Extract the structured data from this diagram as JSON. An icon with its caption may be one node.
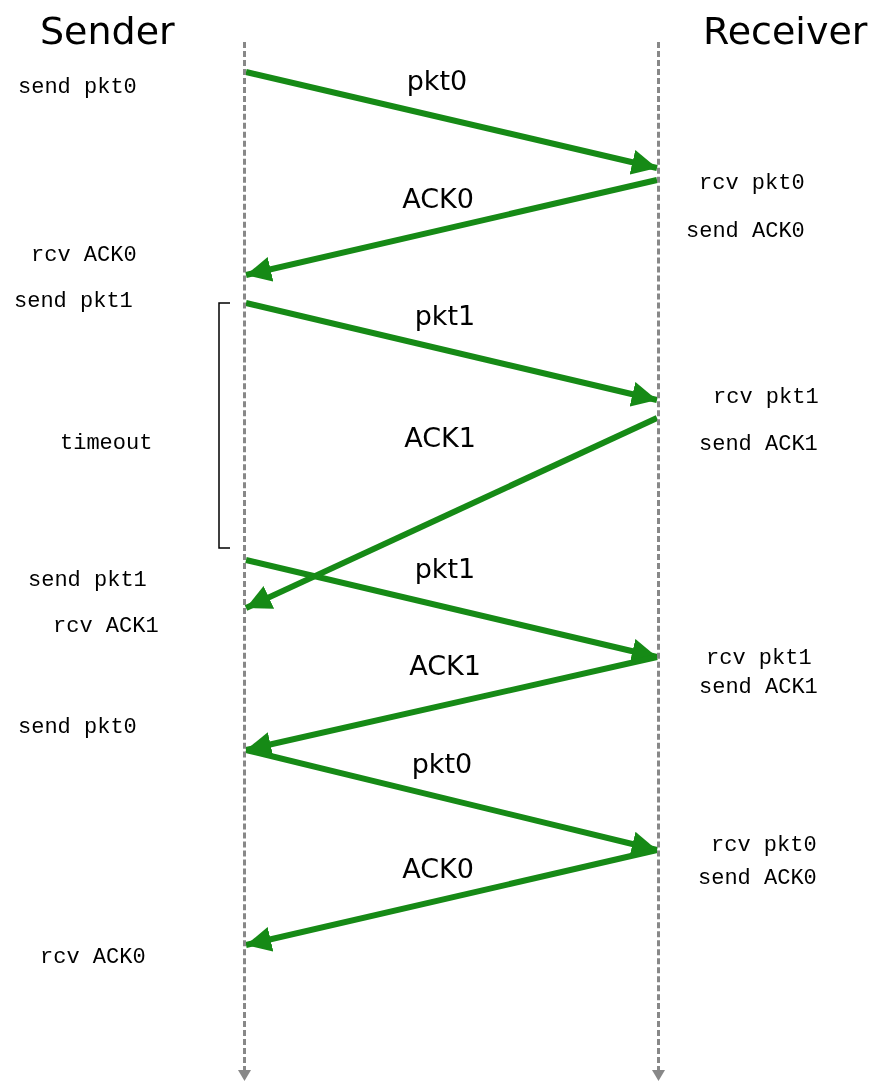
{
  "diagram": {
    "nodes": [
      {
        "text": [],
        "shape": "line"
      },
      {
        "text": [],
        "shape": "line"
      }
    ],
    "edges": [
      {
        "from": 0,
        "to": 1,
        "arrow": "to",
        "label": "pkt0"
      },
      {
        "from": 1,
        "to": 0,
        "arrow": "to",
        "label": "ACK0"
      },
      {
        "from": 0,
        "to": 1,
        "arrow": "to",
        "label": "pkt1"
      },
      {
        "from": 1,
        "to": 0,
        "arrow": "to",
        "label": "ACK1"
      },
      {
        "from": 0,
        "to": 1,
        "arrow": "to",
        "label": "pkt1"
      },
      {
        "from": 1,
        "to": 0,
        "arrow": "to",
        "label": "ACK1"
      },
      {
        "from": 0,
        "to": 1,
        "arrow": "to",
        "label": "pkt0"
      },
      {
        "from": 1,
        "to": 0,
        "arrow": "to",
        "label": "ACK0"
      }
    ],
    "labels": [
      "Sender",
      "Receiver",
      "send pkt0",
      "rcv pkt0",
      "send ACK0",
      "rcv ACK0",
      "send pkt1",
      "rcv pkt1",
      "timeout",
      "send ACK1",
      "send pkt1",
      "rcv ACK1",
      "rcv pkt1",
      "send ACK1",
      "send pkt0",
      "rcv pkt0",
      "send ACK0",
      "rcv ACK0"
    ]
  }
}
